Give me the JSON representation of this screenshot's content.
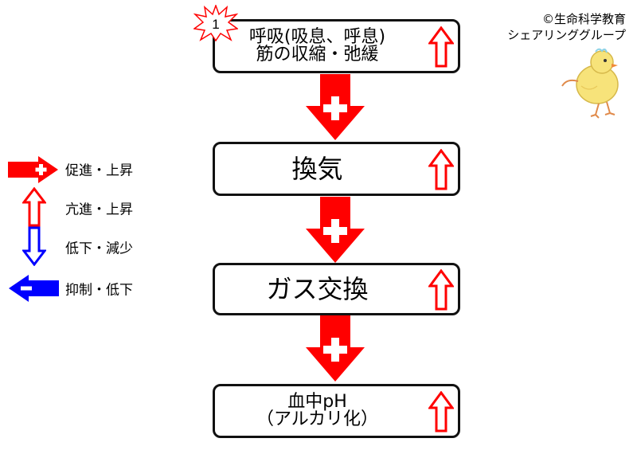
{
  "copyright": {
    "line1": "©生命科学教育",
    "line2": "シェアリンググループ"
  },
  "badge": {
    "number": "1"
  },
  "boxes": [
    {
      "line1": "呼吸(吸息、呼息)",
      "line2": "筋の収縮・弛緩"
    },
    {
      "line1": "換気"
    },
    {
      "line1": "ガス交換"
    },
    {
      "line1": "血中pH",
      "line2": "（アルカリ化）"
    }
  ],
  "legend": [
    {
      "label": "促進・上昇",
      "icon": "red-plus-arrow-icon"
    },
    {
      "label": "亢進・上昇",
      "icon": "red-outline-up-arrow-icon"
    },
    {
      "label": "低下・減少",
      "icon": "blue-outline-down-arrow-icon"
    },
    {
      "label": "抑制・低下",
      "icon": "blue-minus-arrow-icon"
    }
  ],
  "colors": {
    "promote": "#ff0000",
    "decrease": "#0000ff",
    "box_border": "#111111"
  }
}
